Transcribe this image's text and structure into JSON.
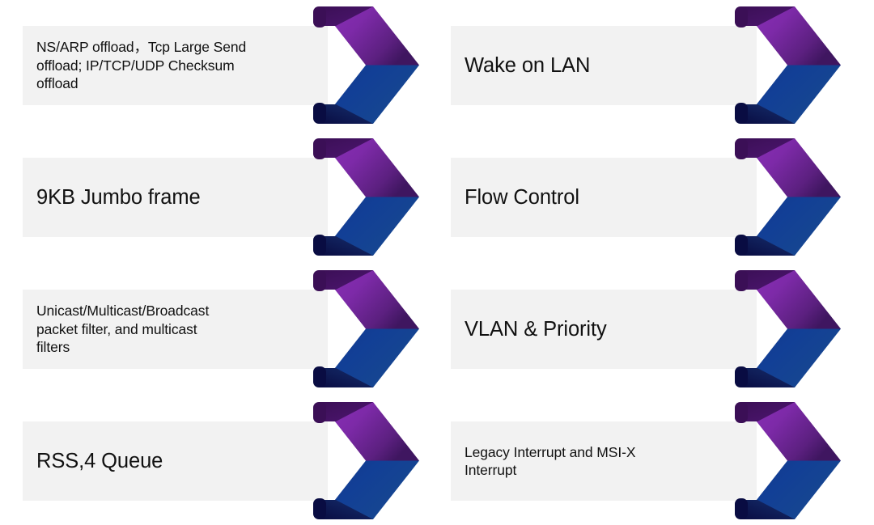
{
  "slide": {
    "background_color": "#ffffff",
    "bar_color": "#f2f2f2",
    "text_color": "#111111",
    "accent_purple": "#7a2da6",
    "accent_purple_dark": "#3d1159",
    "accent_blue": "#123d8f",
    "accent_blue_dark": "#0a1049",
    "columns": 2,
    "rows": 4
  },
  "features": [
    {
      "id": "offload",
      "column": "left",
      "row": 1,
      "size": "small",
      "label": "NS/ARP offload，Tcp Large Send\noffload; IP/TCP/UDP Checksum\noffload",
      "icon": "chevron-arrow-icon"
    },
    {
      "id": "wake-on-lan",
      "column": "right",
      "row": 1,
      "size": "large",
      "label": "Wake on LAN",
      "icon": "chevron-arrow-icon"
    },
    {
      "id": "jumbo-frame",
      "column": "left",
      "row": 2,
      "size": "large",
      "label": "9KB Jumbo frame",
      "icon": "chevron-arrow-icon"
    },
    {
      "id": "flow-control",
      "column": "right",
      "row": 2,
      "size": "large",
      "label": "Flow Control",
      "icon": "chevron-arrow-icon"
    },
    {
      "id": "packet-filter",
      "column": "left",
      "row": 3,
      "size": "small",
      "label": "Unicast/Multicast/Broadcast\npacket filter, and multicast\nfilters",
      "icon": "chevron-arrow-icon"
    },
    {
      "id": "vlan-priority",
      "column": "right",
      "row": 3,
      "size": "large",
      "label": "VLAN & Priority",
      "icon": "chevron-arrow-icon"
    },
    {
      "id": "rss-queue",
      "column": "left",
      "row": 4,
      "size": "large",
      "label": "RSS,4 Queue",
      "icon": "chevron-arrow-icon"
    },
    {
      "id": "interrupts",
      "column": "right",
      "row": 4,
      "size": "small",
      "label": "Legacy Interrupt and MSI-X\nInterrupt",
      "icon": "chevron-arrow-icon"
    }
  ]
}
